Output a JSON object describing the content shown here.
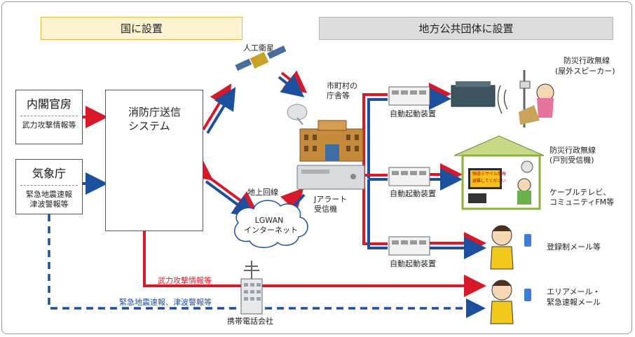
{
  "headers": {
    "national": "国に設置",
    "local": "地方公共団体に設置"
  },
  "cabinet": {
    "title": "内閣官房",
    "info": "武力攻撃情報等"
  },
  "jma": {
    "title": "気象庁",
    "info_line1": "緊急地震速報",
    "info_line2": "津波警報等"
  },
  "fdma": {
    "line1": "消防庁送信",
    "line2": "システム"
  },
  "satellite": "人工衛星",
  "municipal": {
    "line1": "市町村の",
    "line2": "庁舎等"
  },
  "ground_line": "地上回線",
  "lgwan": {
    "line1": "LGWAN",
    "line2": "インターネット"
  },
  "jalert": {
    "line1": "Jアラート",
    "line2": "受信機"
  },
  "auto_device": "自動起動装置",
  "outdoor": {
    "line1": "防災行政無線",
    "line2": "(屋外スピーカー)"
  },
  "household": {
    "line1": "防災行政無線",
    "line2": "(戸別受信機)"
  },
  "cable": {
    "line1": "ケーブルテレビ、",
    "line2": "コミュニティFM等"
  },
  "tv_screen": {
    "line1": "弾道ミサイル情報",
    "line2": "避難してください"
  },
  "registered_mail": "登録制メール等",
  "area_mail": {
    "line1": "エリアメール・",
    "line2": "緊急速報メール"
  },
  "attack_info": "武力攻撃情報等",
  "quake_info": "緊急地震速報、津波警報等",
  "carrier": "携帯電話会社",
  "colors": {
    "red": "#d7192a",
    "blue": "#1d4f9f",
    "header_yellow": "#fdf2cf",
    "header_gray": "#dcdcdc"
  }
}
